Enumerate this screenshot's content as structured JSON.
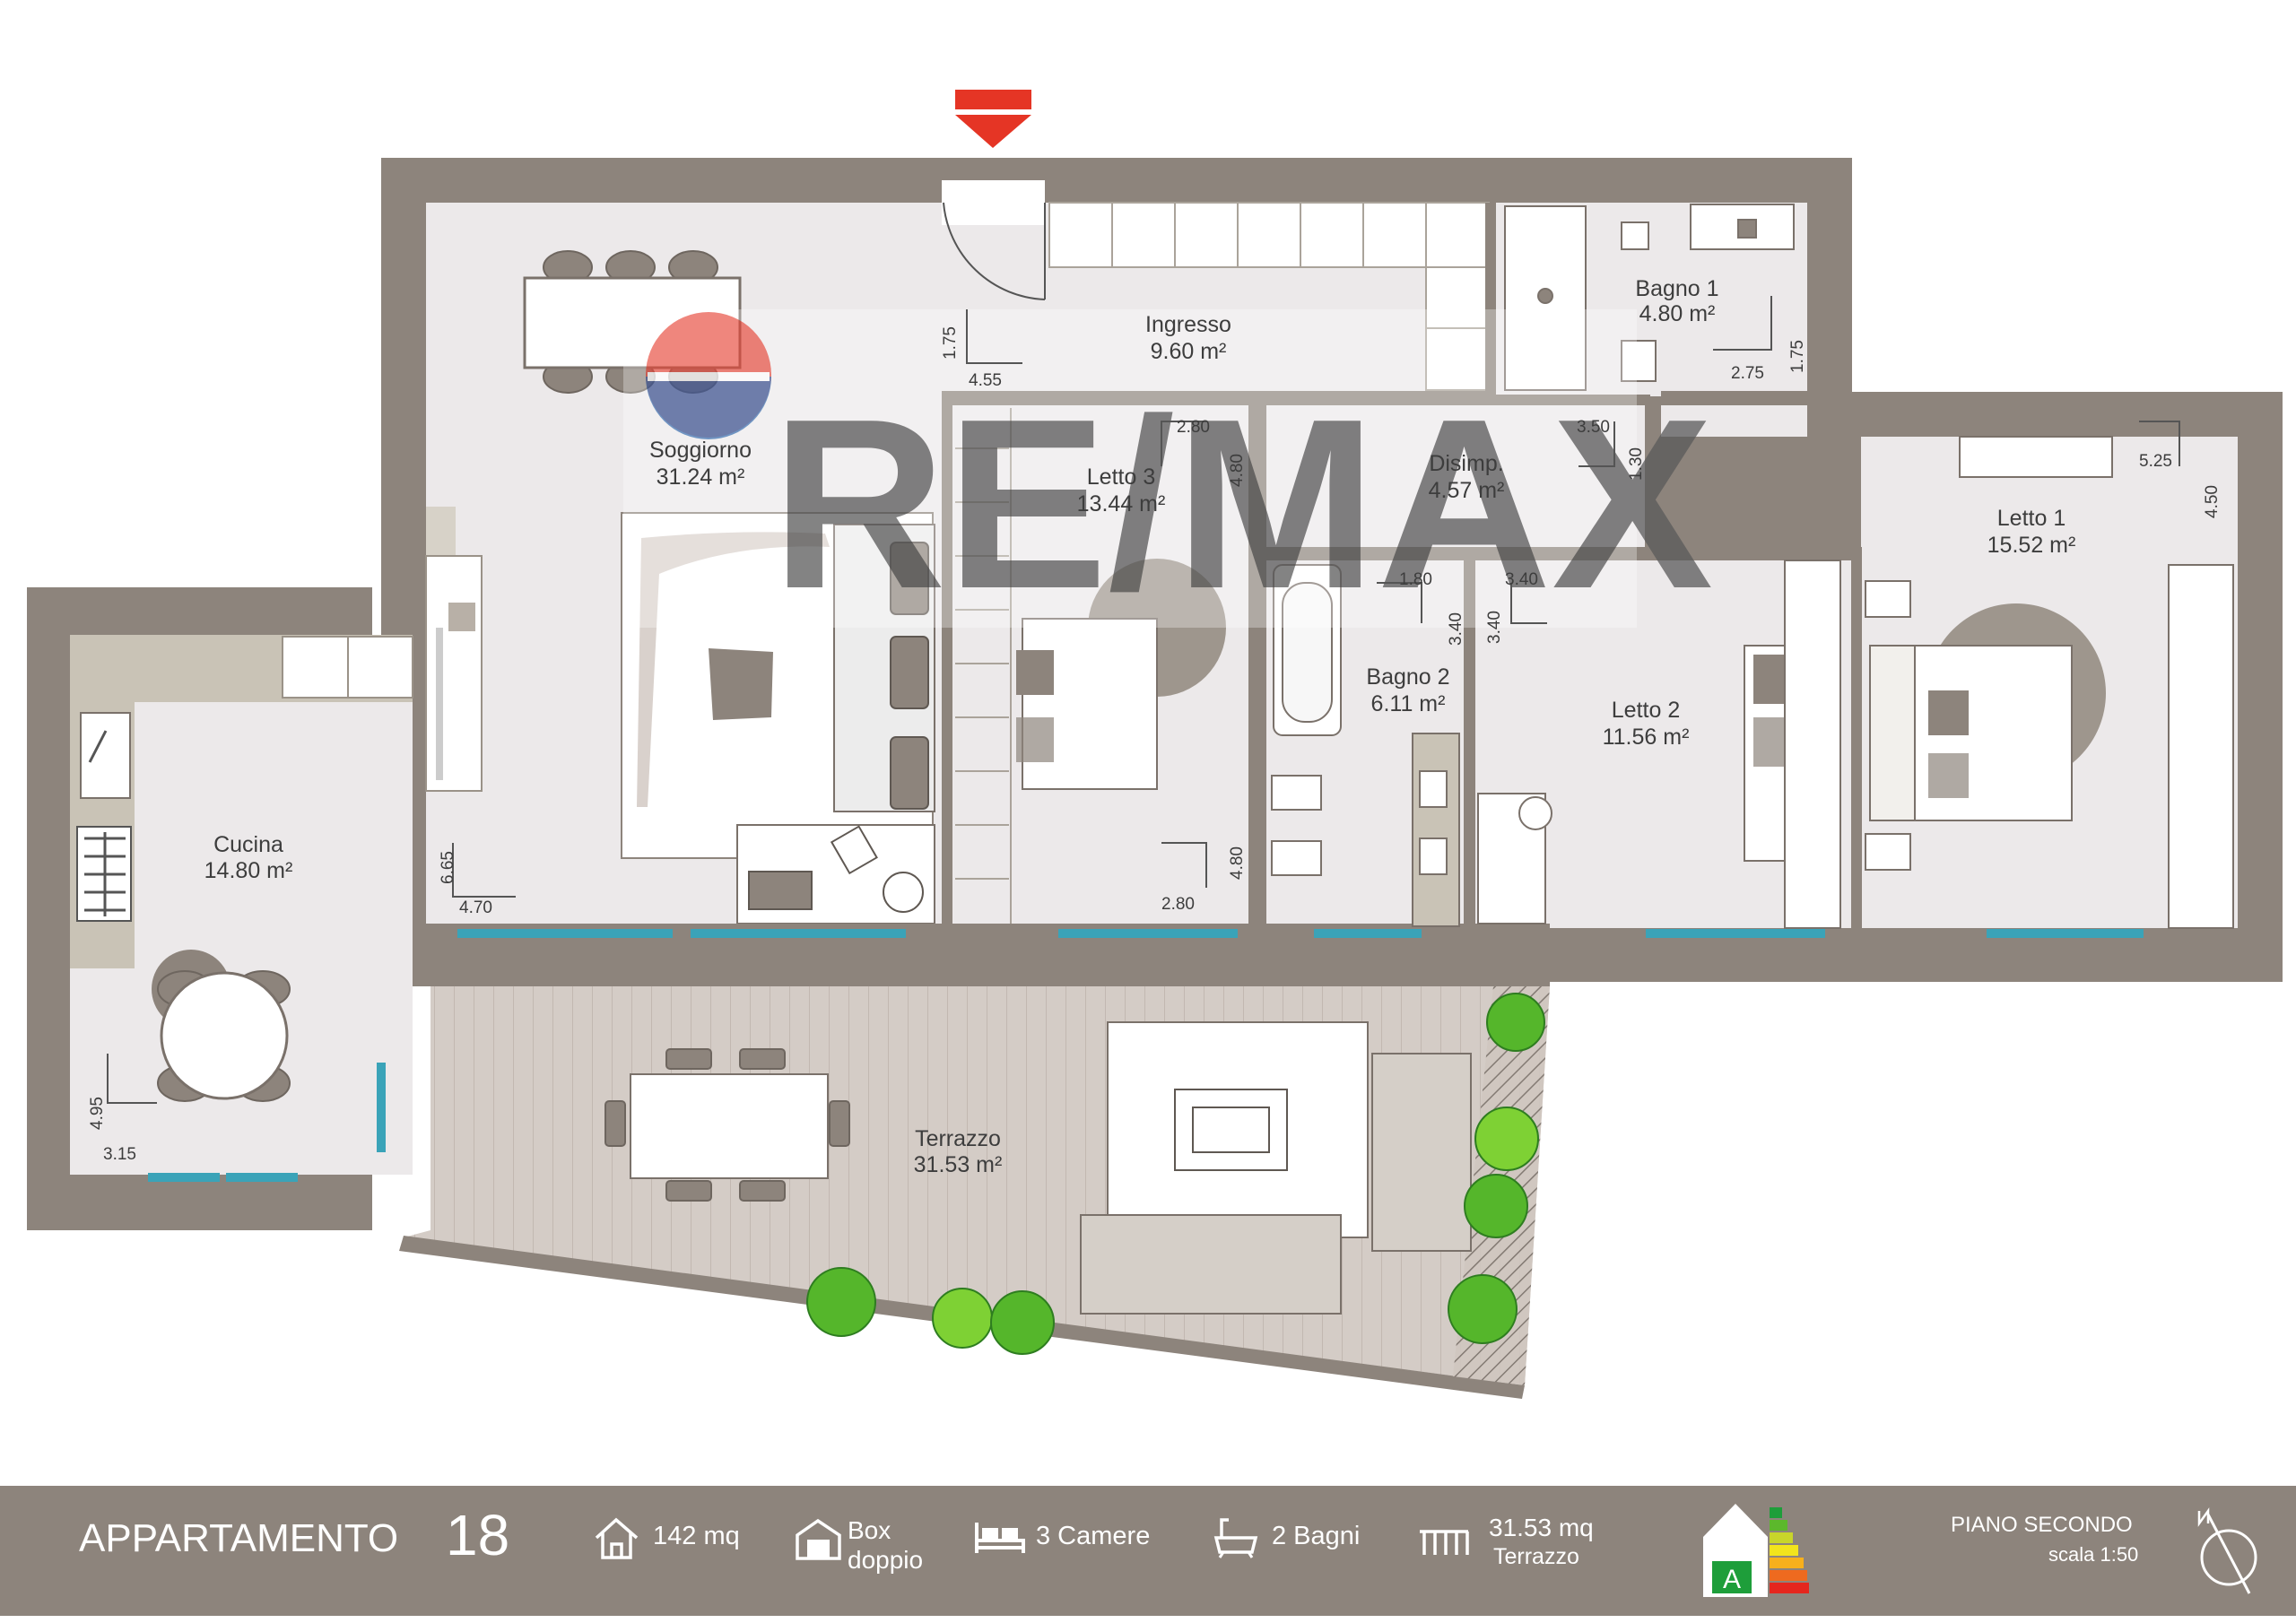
{
  "watermark": {
    "brand": "RE/MAX"
  },
  "rooms": {
    "soggiorno": {
      "name": "Soggiorno",
      "area": "31.24 m²",
      "dim_a": "6.65",
      "dim_b": "4.70"
    },
    "ingresso": {
      "name": "Ingresso",
      "area": "9.60 m²",
      "dim_a": "1.75",
      "dim_b": "4.55"
    },
    "bagno1": {
      "name": "Bagno 1",
      "area": "4.80 m²",
      "dim_a": "1.75",
      "dim_b": "2.75"
    },
    "letto3": {
      "name": "Letto 3",
      "area": "13.44 m²",
      "dim_a": "2.80",
      "dim_b": "4.80",
      "dim_c": "4.80",
      "dim_d": "2.80"
    },
    "disimp": {
      "name": "Disimp.",
      "area": "4.57 m²",
      "dim_a": "3.50",
      "dim_b": "1.30"
    },
    "letto1": {
      "name": "Letto 1",
      "area": "15.52 m²",
      "dim_a": "5.25",
      "dim_b": "4.50"
    },
    "bagno2": {
      "name": "Bagno 2",
      "area": "6.11 m²",
      "dim_a": "1.80",
      "dim_b": "3.40"
    },
    "letto2": {
      "name": "Letto 2",
      "area": "11.56 m²",
      "dim_a": "3.40",
      "dim_b": "3.40"
    },
    "cucina": {
      "name": "Cucina",
      "area": "14.80 m²",
      "dim_a": "4.95",
      "dim_b": "3.15"
    },
    "terrazzo": {
      "name": "Terrazzo",
      "area": "31.53 m²"
    }
  },
  "footer": {
    "apartment_label": "APPARTAMENTO",
    "apartment_number": "18",
    "area": "142 mq",
    "box_line1": "Box",
    "box_line2": "doppio",
    "rooms": "3 Camere",
    "baths": "2 Bagni",
    "terrace_line1": "31.53 mq",
    "terrace_line2": "Terrazzo",
    "energy_class": "A",
    "floor": "PIANO SECONDO",
    "scale": "scala 1:50"
  },
  "icons": [
    "house-icon",
    "garage-icon",
    "bed-icon",
    "bathtub-icon",
    "terrace-icon",
    "energy-class-icon",
    "compass-icon",
    "entrance-arrow-icon"
  ],
  "colors": {
    "wall": "#8d847c",
    "floor": "#ece9e9",
    "window": "#3aa3b8",
    "plant": "#55b62b",
    "accent": "#e53525",
    "watermark_blue": "#1b5aa6"
  }
}
